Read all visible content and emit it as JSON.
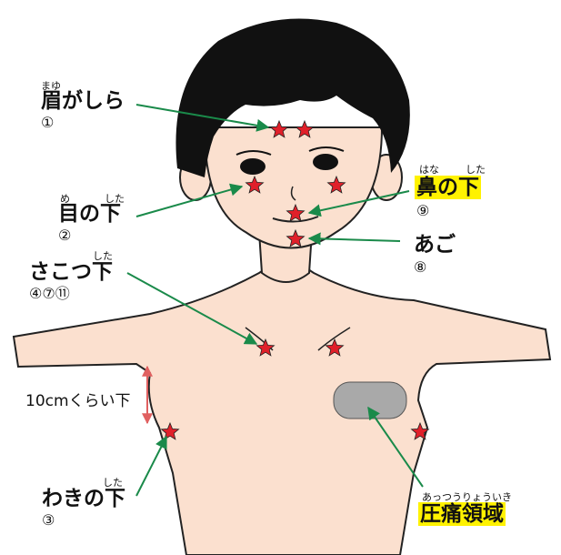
{
  "labels": {
    "brow": {
      "ruby": "まゆ",
      "text": "眉がしら",
      "num": "①"
    },
    "eye": {
      "ruby": "め",
      "ruby2": "した",
      "text": "目の下",
      "num": "②"
    },
    "clavicle": {
      "ruby": "した",
      "text": "さこつ下",
      "num": "④⑦⑪"
    },
    "armpit_dist": {
      "text": "10cmくらい下"
    },
    "armpit": {
      "ruby": "した",
      "text": "わきの下",
      "num": "③"
    },
    "nose": {
      "ruby": "はな",
      "ruby2": "した",
      "text": "鼻の下",
      "num": "⑨"
    },
    "chin": {
      "text": "あご",
      "num": "⑧"
    },
    "tender": {
      "ruby": "あっつうりょういき",
      "text": "圧痛領域"
    }
  },
  "colors": {
    "star": "#e0202a",
    "arrow": "#1a8a4a",
    "highlight": "#fff200",
    "skin": "#fbe0cf",
    "hair": "#111111",
    "tender_area": "#a9a9a9",
    "dimension": "#e06060"
  }
}
